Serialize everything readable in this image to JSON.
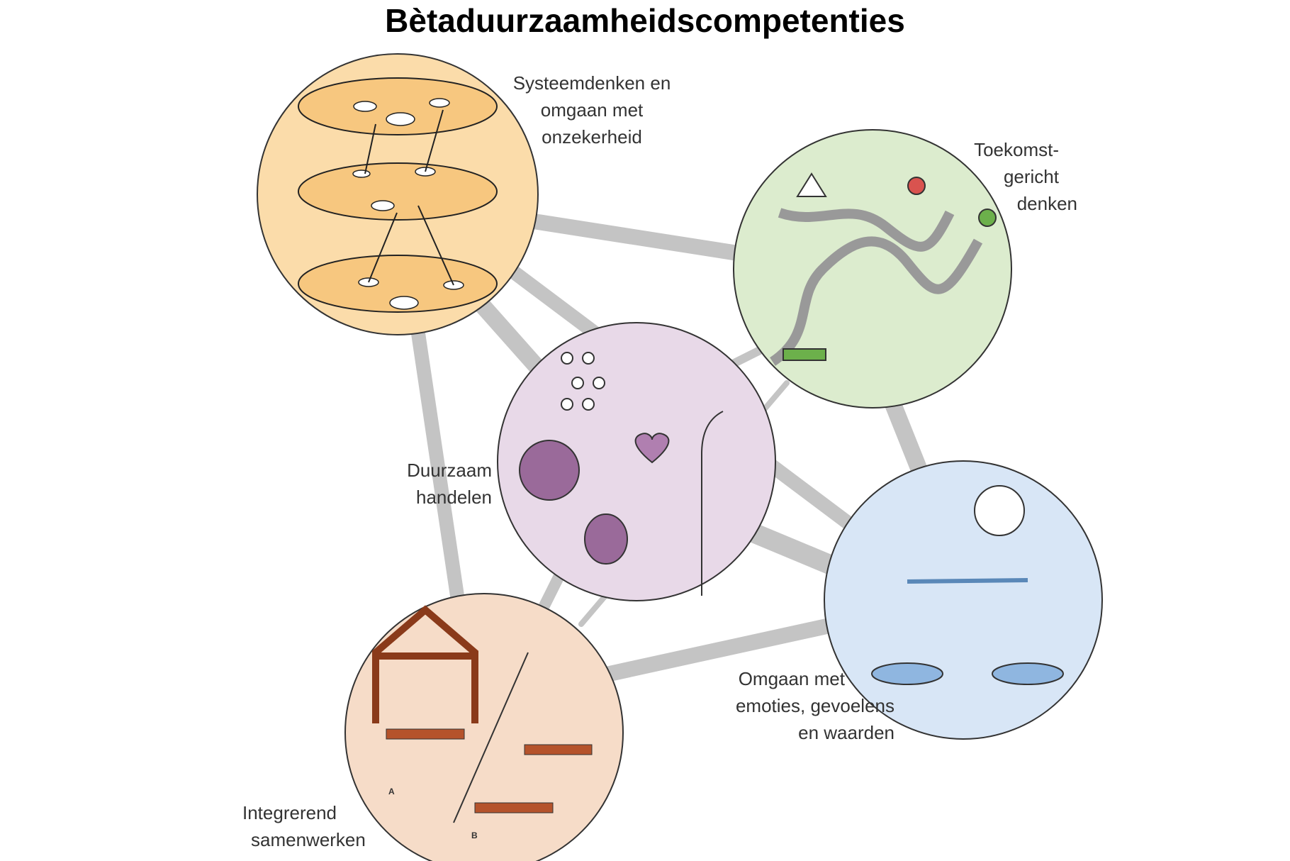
{
  "title": "Bètaduurzaamheidscompetenties",
  "colors": {
    "systems": "#fbdcaa",
    "future": "#dcecce",
    "action": "#e8d9e8",
    "emotions": "#d8e6f6",
    "collaboration": "#f6dcc8",
    "connector": "#c8c8c8"
  },
  "competences": {
    "systems": {
      "lines": [
        "Systeemdenken en",
        "omgaan met",
        "onzekerheid"
      ]
    },
    "future": {
      "lines": [
        "Toekomst-",
        "gericht",
        "denken"
      ]
    },
    "action": {
      "lines": [
        "Duurzaam",
        "handelen"
      ]
    },
    "emotions": {
      "lines": [
        "Omgaan met",
        "emoties, gevoelens",
        "en waarden"
      ]
    },
    "collaboration": {
      "lines": [
        "Integrerend",
        "samenwerken"
      ],
      "panel_labels": [
        "A",
        "B"
      ]
    }
  }
}
